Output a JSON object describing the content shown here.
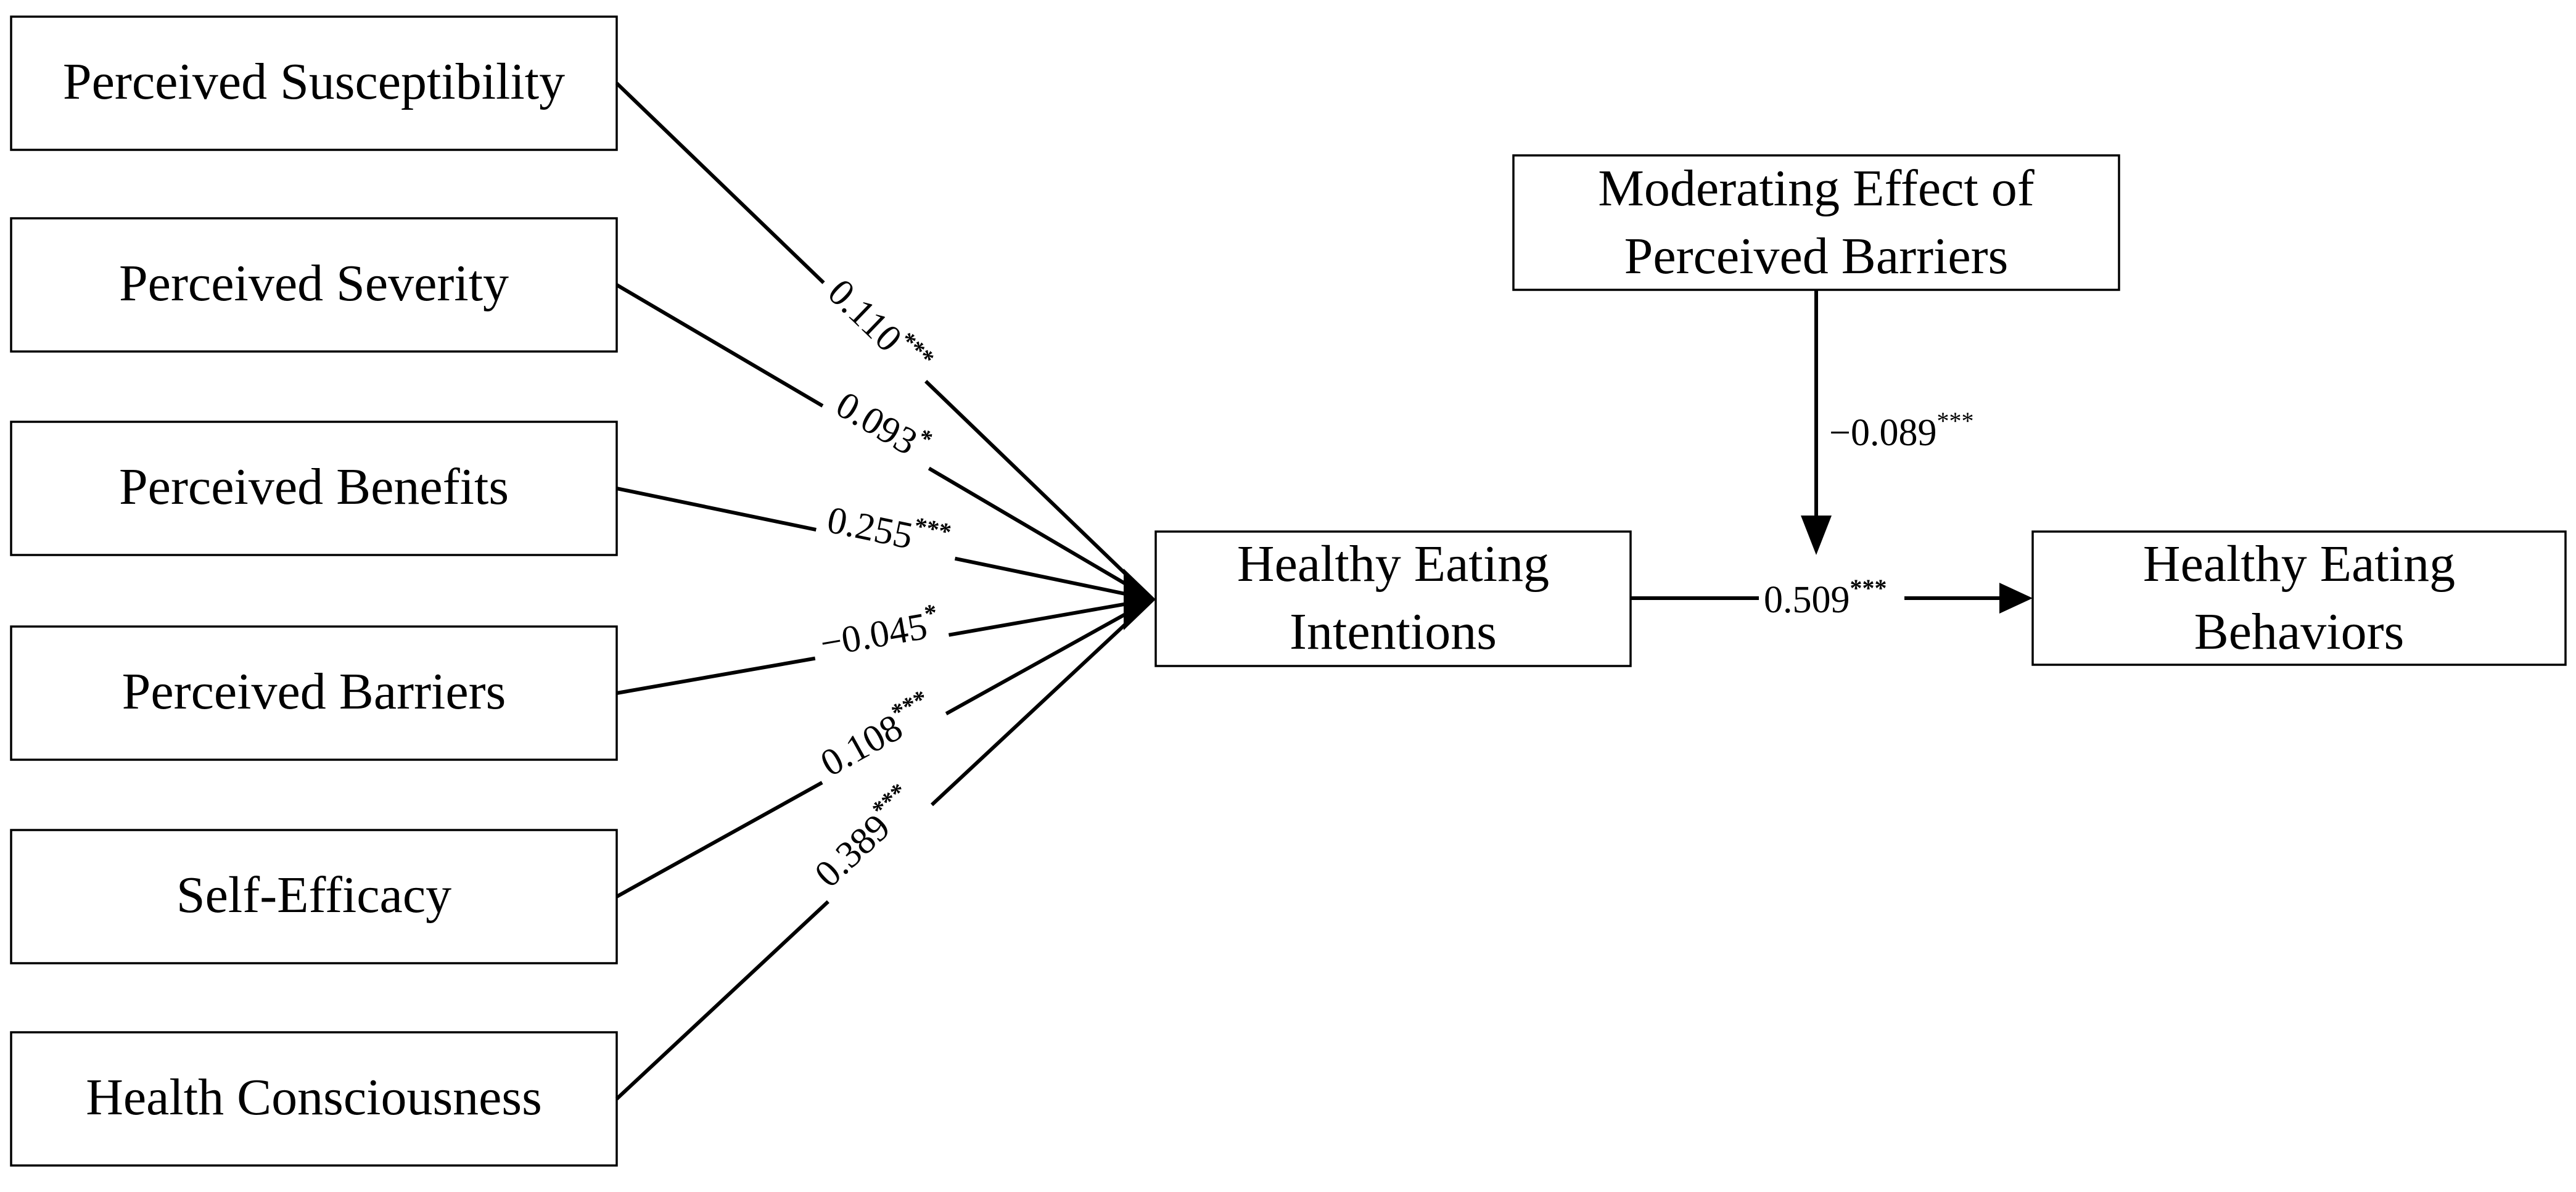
{
  "diagram": {
    "predictors": [
      {
        "id": "susceptibility",
        "label": "Perceived Susceptibility",
        "coef": "0.110",
        "sig": "***"
      },
      {
        "id": "severity",
        "label": "Perceived Severity",
        "coef": "0.093",
        "sig": "*"
      },
      {
        "id": "benefits",
        "label": "Perceived Benefits",
        "coef": "0.255",
        "sig": "***"
      },
      {
        "id": "barriers",
        "label": "Perceived Barriers",
        "coef": "−0.045",
        "sig": "*"
      },
      {
        "id": "self-efficacy",
        "label": "Self-Efficacy",
        "coef": "0.108",
        "sig": "***"
      },
      {
        "id": "health-consciousness",
        "label": "Health Consciousness",
        "coef": "0.389",
        "sig": "***"
      }
    ],
    "intentions": {
      "line1": "Healthy Eating",
      "line2": "Intentions"
    },
    "behaviors": {
      "line1": "Healthy Eating",
      "line2": "Behaviors"
    },
    "moderator": {
      "line1": "Moderating Effect of",
      "line2": "Perceived Barriers",
      "coef": "−0.089",
      "sig": "***"
    },
    "main_path": {
      "coef": "0.509",
      "sig": "***"
    }
  }
}
